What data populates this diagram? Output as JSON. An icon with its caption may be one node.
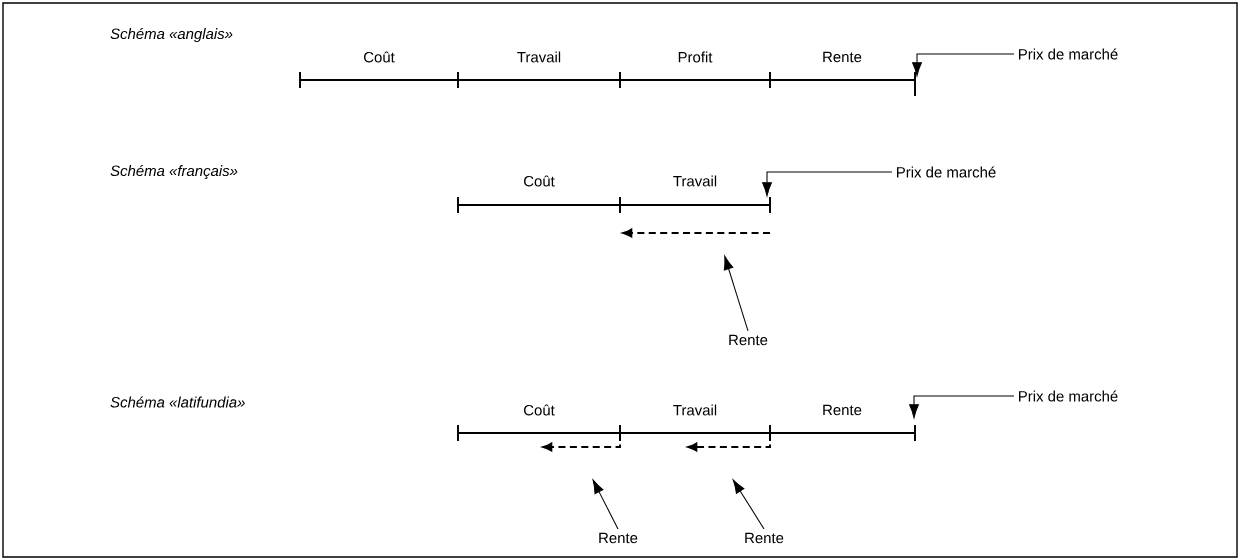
{
  "diagram": {
    "nodes": [
      {
        "text": [
          "Prix de marché"
        ]
      },
      {
        "text": [
          "Prix de marché"
        ]
      },
      {
        "text": [
          "Rente"
        ]
      },
      {
        "text": [
          "Prix de marché"
        ]
      },
      {
        "text": [
          "Rente"
        ]
      },
      {
        "text": [
          "Rente"
        ]
      }
    ],
    "edges": [
      {
        "from": 0,
        "to": null,
        "arrow": "to"
      },
      {
        "from": 1,
        "to": null,
        "arrow": "to"
      },
      {
        "from": 2,
        "to": null,
        "arrow": "to"
      },
      {
        "from": 3,
        "to": null,
        "arrow": "to"
      },
      {
        "from": 4,
        "to": null,
        "arrow": "to"
      },
      {
        "from": 5,
        "to": null,
        "arrow": "to"
      }
    ],
    "labels": [
      "Schéma «anglais»",
      "Coût",
      "Travail",
      "Profit",
      "Rente",
      "Schéma «français»",
      "Coût",
      "Travail",
      "Schéma «latifundia»",
      "Coût",
      "Travail",
      "Rente"
    ]
  }
}
